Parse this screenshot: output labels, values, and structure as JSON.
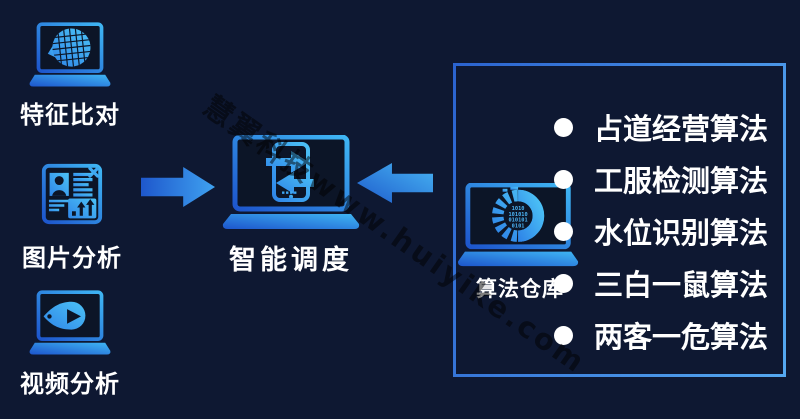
{
  "watermark": {
    "text": "慧翼科技www.huiyike.com"
  },
  "sources": [
    {
      "label": "特征比对",
      "icon": "face-compare-laptop-icon"
    },
    {
      "label": "图片分析",
      "icon": "image-analysis-card-icon"
    },
    {
      "label": "视频分析",
      "icon": "video-analysis-laptop-icon"
    }
  ],
  "flow": {
    "left_arrow_icon": "arrow-right-icon",
    "right_arrow_icon": "arrow-left-icon"
  },
  "center": {
    "label": "智能调度",
    "icon": "smart-dispatch-laptop-icon"
  },
  "algorithm_box": {
    "warehouse_label": "算法仓库",
    "icon": "algorithm-warehouse-laptop-icon",
    "items": [
      "占道经营算法",
      "工服检测算法",
      "水位识别算法",
      "三白一鼠算法",
      "两客一危算法"
    ]
  },
  "colors": {
    "background": "#0e1832",
    "accent_blue": "#1d55cc",
    "accent_cyan": "#3fb6f4",
    "icon_light_blue": "#2f86e8",
    "icon_light_cyan": "#4cc2f6",
    "box_border_start": "#2b63cf",
    "box_border_end": "#55a8f0",
    "bullet": "#ffffff",
    "text": "#ffffff",
    "watermark": "rgba(0,0,0,0.5)"
  }
}
